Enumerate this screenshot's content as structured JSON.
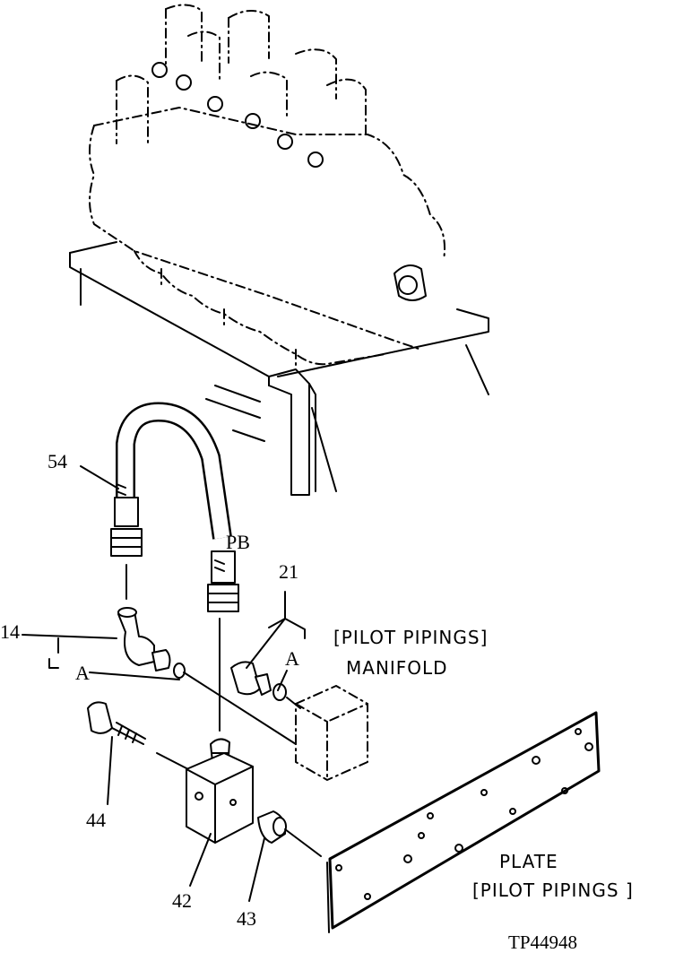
{
  "callouts": {
    "c54": "54",
    "cPB": "PB",
    "c21": "21",
    "c14": "14",
    "cA_left": "A",
    "cA_right": "A",
    "c44": "44",
    "c42": "42",
    "c43": "43"
  },
  "captions": {
    "manifold_line1": "[PILOT PIPINGS]",
    "manifold_line2": "MANIFOLD",
    "plate_line1": "PLATE",
    "plate_line2": "[PILOT PIPINGS ]"
  },
  "reference": "TP44948"
}
